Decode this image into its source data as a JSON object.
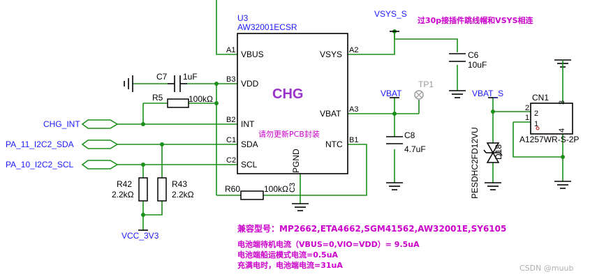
{
  "colors": {
    "wire": "#1a8f1a",
    "body": "#000000",
    "net": "#1a1aff",
    "magenta": "#cc00cc",
    "ref": "#000000",
    "chg": "#9a33cc",
    "tp": "#9a9a9a"
  },
  "ic": {
    "ref": "U3",
    "part": "AW32001ECSR",
    "label": "CHG",
    "warning": "请勿更新PCB封装",
    "pins_left": [
      {
        "num": "A1",
        "name": "VBUS"
      },
      {
        "num": "B3",
        "name": "VDD"
      },
      {
        "num": "B2",
        "name": "INT"
      },
      {
        "num": "C1",
        "name": "SDA"
      },
      {
        "num": "C2",
        "name": "SCL"
      }
    ],
    "pins_right": [
      {
        "num": "A2",
        "name": "VSYS"
      },
      {
        "num": "A3",
        "name": "VBAT"
      },
      {
        "num": "B1",
        "name": "NTC"
      }
    ],
    "pin_bottom": {
      "num": "C3",
      "name": "PGND"
    }
  },
  "nets": {
    "vsys_s": "VSYS_S",
    "vbat": "VBAT",
    "vbat_s": "VBAT_S",
    "chg_int": "CHG_INT",
    "sda": "PA_11_I2C2_SDA",
    "scl": "PA_10_I2C2_SCL",
    "vcc": "VCC_3V3"
  },
  "notes": {
    "jumper": "过30p接插件跳线帽和VSYS相连",
    "compat": "兼容型号：MP2662,ETA4662,SGM41562,AW32001E,SY6105",
    "standby": "电池端待机电流（VBUS=0,VIO=VDD）= 9.5uA",
    "ship": "电池端船运模式电流=0.5uA",
    "charging": "充满电时，电池端电流=31uA"
  },
  "components": {
    "c7": {
      "ref": "C7",
      "value": "1uF"
    },
    "r5": {
      "ref": "R5",
      "value": "100kΩ"
    },
    "r42": {
      "ref": "R42",
      "value": "2.2kΩ"
    },
    "r43": {
      "ref": "R43",
      "value": "2.2kΩ"
    },
    "r60": {
      "ref": "R60",
      "value": "100kΩ"
    },
    "c6": {
      "ref": "C6",
      "value": "10uF"
    },
    "c8": {
      "ref": "C8",
      "value": "4.7uF"
    },
    "tp1": {
      "ref": "TP1"
    },
    "d18": {
      "ref": "D18",
      "part": "PESDHC2FD12VU"
    },
    "cn1": {
      "ref": "CN1",
      "part": "A1257WR-S-2P",
      "pins": [
        "2",
        "1",
        "3",
        "4"
      ]
    }
  },
  "watermark": "CSDN @muub"
}
